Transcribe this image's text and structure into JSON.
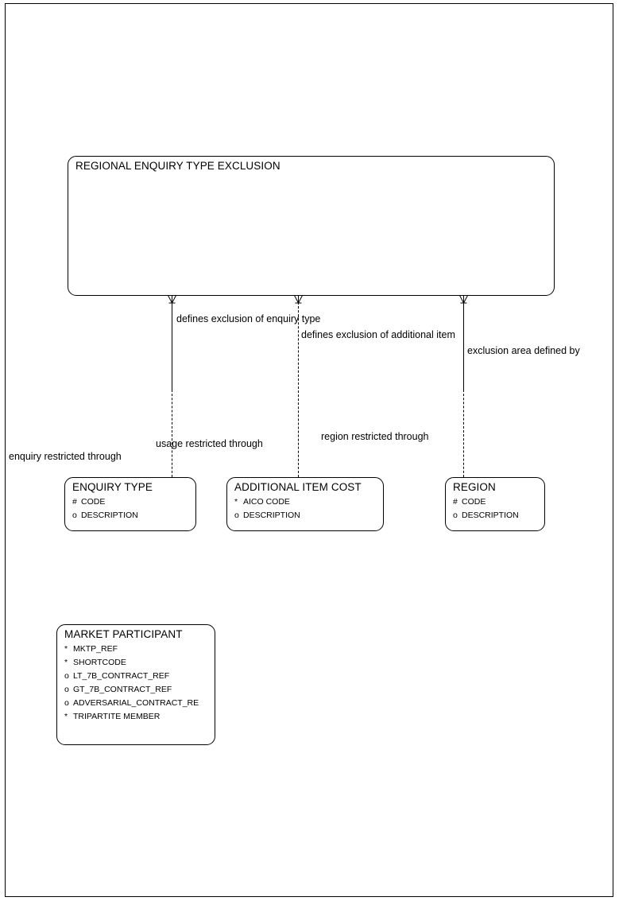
{
  "diagram": {
    "type": "entity-relationship-diagram",
    "notation": "oracle-designer-barker",
    "page_border_color": "#000000",
    "background_color": "#ffffff",
    "line_color": "#000000"
  },
  "entities": [
    {
      "id": "regional-enquiry-type-exclusion",
      "name": "REGIONAL ENQUIRY TYPE EXCLUSION",
      "attributes": []
    },
    {
      "id": "enquiry-type",
      "name": "ENQUIRY TYPE",
      "attributes": [
        {
          "mark": "#",
          "name": "CODE"
        },
        {
          "mark": "o",
          "name": "DESCRIPTION"
        }
      ]
    },
    {
      "id": "additional-item-cost",
      "name": "ADDITIONAL ITEM COST",
      "attributes": [
        {
          "mark": "*",
          "name": "AICO CODE"
        },
        {
          "mark": "o",
          "name": "DESCRIPTION"
        }
      ]
    },
    {
      "id": "region",
      "name": "REGION",
      "attributes": [
        {
          "mark": "#",
          "name": "CODE"
        },
        {
          "mark": "o",
          "name": "DESCRIPTION"
        }
      ]
    },
    {
      "id": "market-participant",
      "name": "MARKET PARTICIPANT",
      "attributes": [
        {
          "mark": "*",
          "name": "MKTP_REF"
        },
        {
          "mark": "*",
          "name": "SHORTCODE"
        },
        {
          "mark": "o",
          "name": "LT_7B_CONTRACT_REF"
        },
        {
          "mark": "o",
          "name": "GT_7B_CONTRACT_REF"
        },
        {
          "mark": "o",
          "name": "ADVERSARIAL_CONTRACT_RE"
        },
        {
          "mark": "*",
          "name": "TRIPARTITE MEMBER"
        }
      ]
    }
  ],
  "relationships": [
    {
      "id": "rel-enquiry-type",
      "from": "regional-enquiry-type-exclusion",
      "to": "enquiry-type",
      "from_label": "defines exclusion of enquiry type",
      "to_label": "enquiry restricted through"
    },
    {
      "id": "rel-additional-item",
      "from": "regional-enquiry-type-exclusion",
      "to": "additional-item-cost",
      "from_label": "defines exclusion of additional item",
      "to_label": "usage restricted through"
    },
    {
      "id": "rel-region",
      "from": "regional-enquiry-type-exclusion",
      "to": "region",
      "from_label": "exclusion area defined by",
      "to_label": "region restricted through"
    }
  ],
  "extra_labels": {
    "region_restricted_through": "region restricted through"
  }
}
